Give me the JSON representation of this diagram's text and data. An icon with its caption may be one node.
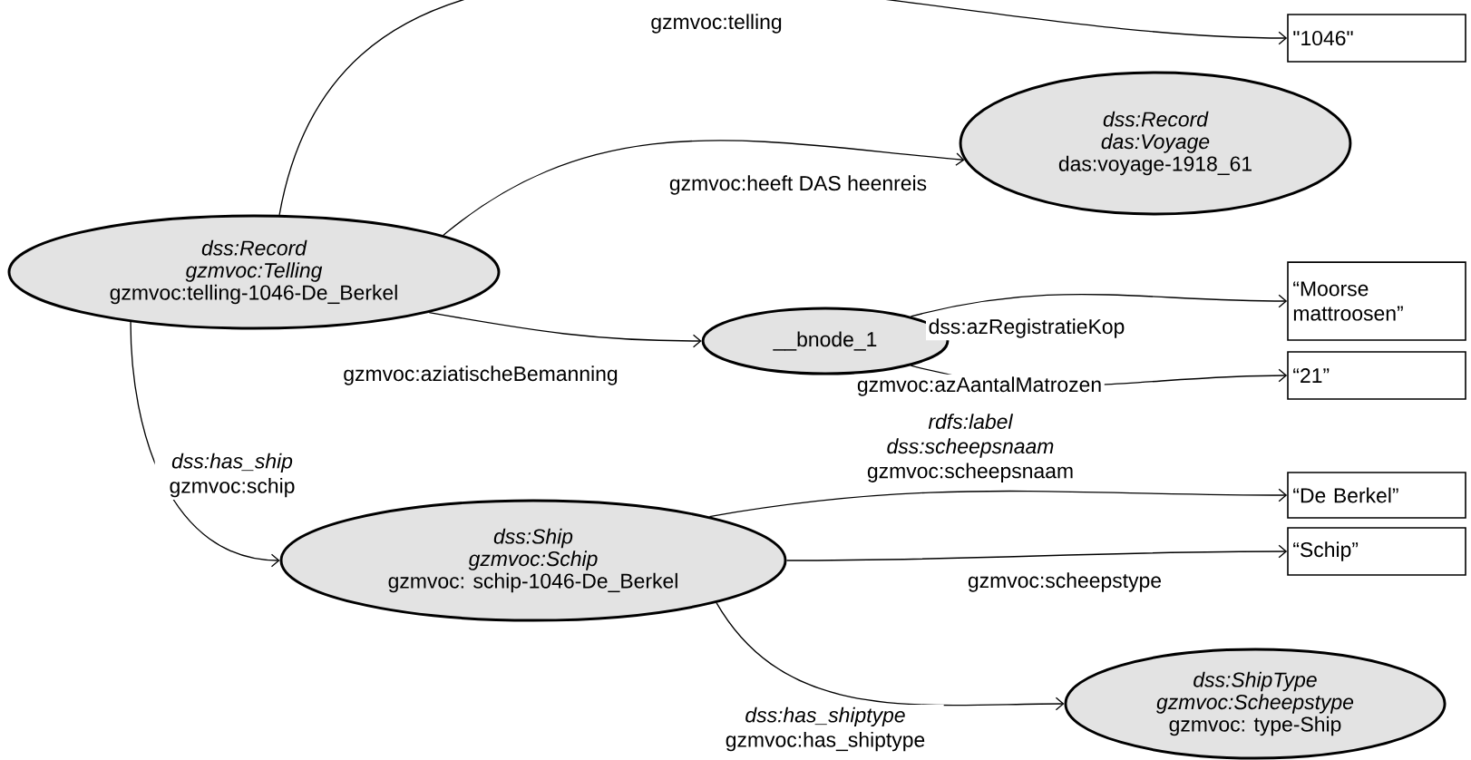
{
  "diagram": {
    "nodes": [
      {
        "text": [
          "dss:Record",
          "gzmvoc:Telling",
          "gzmvoc:telling-1046-De_Berkel"
        ]
      },
      {
        "text": [
          "\"1046\""
        ]
      },
      {
        "text": [
          "dss:Record",
          "das:Voyage",
          "das:voyage-1918_61"
        ]
      },
      {
        "text": [
          "__bnode_1"
        ]
      },
      {
        "text": [
          "“Moorse mattroosen”"
        ]
      },
      {
        "text": [
          "“21”"
        ]
      },
      {
        "text": [
          "dss:Ship",
          "gzmvoc:Schip",
          "gzmvoc: schip-1046-De_Berkel"
        ]
      },
      {
        "text": [
          "“De Berkel”"
        ]
      },
      {
        "text": [
          "“Schip”"
        ]
      },
      {
        "text": [
          "dss:ShipType",
          "gzmvoc:Scheepstype",
          "gzmvoc: type-Ship"
        ]
      }
    ],
    "edges": [
      {
        "from": 0,
        "to": 1,
        "arrow": "to",
        "label": "gzmvoc:telling"
      },
      {
        "from": 0,
        "to": 2,
        "arrow": "to",
        "label": "gzmvoc:heeft DAS heenreis"
      },
      {
        "from": 0,
        "to": 3,
        "arrow": "to",
        "label": "gzmvoc:aziatischeBemanning"
      },
      {
        "from": 0,
        "to": 6,
        "arrow": "to",
        "label": "*dss:has_ship* gzmvoc:schip"
      },
      {
        "from": 3,
        "to": 4,
        "arrow": "to",
        "label": "dss:azRegistratieKop"
      },
      {
        "from": 3,
        "to": 5,
        "arrow": "to",
        "label": "gzmvoc:azAantalMatrozen"
      },
      {
        "from": 6,
        "to": 7,
        "arrow": "to",
        "label": "*rdfs:label dss:scheepsnaam* gzmvoc:scheepsnaam"
      },
      {
        "from": 6,
        "to": 8,
        "arrow": "to",
        "label": "gzmvoc:scheepstype"
      },
      {
        "from": 6,
        "to": 9,
        "arrow": "to",
        "label": "*dss:has_shiptype* gzmvoc:has_shiptype"
      }
    ]
  }
}
